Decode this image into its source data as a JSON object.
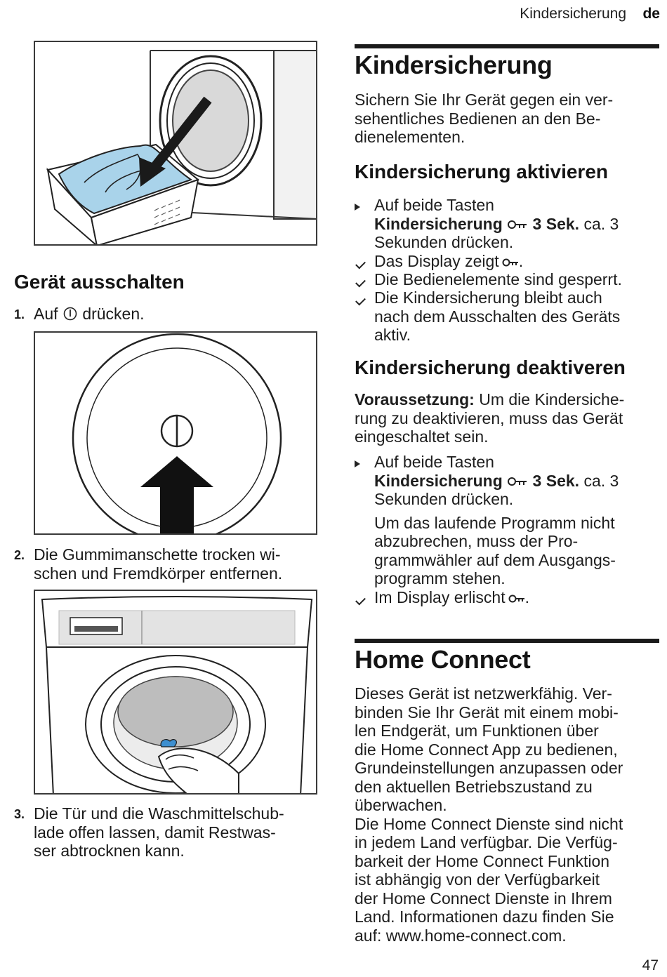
{
  "header": {
    "section": "Kindersicherung",
    "language": "de"
  },
  "left": {
    "heading": "Gerät ausschalten",
    "steps": [
      {
        "number": "1.",
        "pre": "Auf",
        "post": "drücken.",
        "icon": "power-icon"
      },
      {
        "number": "2.",
        "line1": "Die Gummimanschette trocken wi-",
        "line2": "schen und Fremdkörper entfernen."
      },
      {
        "number": "3.",
        "line1": "Die Tür und die Waschmittelschub-",
        "line2": "lade offen lassen, damit Restwas-",
        "line3": "ser abtrocknen kann."
      }
    ]
  },
  "kinder": {
    "title": "Kindersicherung",
    "intro": [
      "Sichern Sie Ihr Gerät gegen ein ver-",
      "sehentliches Bedienen an den Be-",
      "dienelementen."
    ],
    "activate": {
      "heading": "Kindersicherung aktivieren",
      "action_l1": "Auf beide Tasten",
      "action_bold": "Kindersicherung",
      "action_bold2": "3 Sek.",
      "action_tail": "ca. 3",
      "action_l3": "Sekunden drücken.",
      "result1": "Das Display zeigt",
      "result2": "Die Bedienelemente sind gesperrt.",
      "result3_l1": "Die Kindersicherung bleibt auch",
      "result3_l2": "nach dem Ausschalten des Geräts",
      "result3_l3": "aktiv."
    },
    "deactivate": {
      "heading": "Kindersicherung deaktiveren",
      "prereq_label": "Voraussetzung:",
      "prereq_l1": "Um die Kindersiche-",
      "prereq_l2": "rung zu deaktivieren, muss das Gerät",
      "prereq_l3": "eingeschaltet sein.",
      "action_l1": "Auf beide Tasten",
      "action_bold": "Kindersicherung",
      "action_bold2": "3 Sek.",
      "action_tail": "ca. 3",
      "action_l3": "Sekunden drücken.",
      "note_l1": "Um das laufende Programm nicht",
      "note_l2": "abzubrechen, muss der Pro-",
      "note_l3": "grammwähler auf dem Ausgangs-",
      "note_l4": "programm stehen.",
      "result": "Im Display erlischt"
    }
  },
  "homeconnect": {
    "title": "Home Connect",
    "para1": [
      "Dieses Gerät ist netzwerkfähig. Ver-",
      "binden Sie Ihr Gerät mit einem mobi-",
      "len Endgerät, um Funktionen über",
      "die Home Connect App zu bedienen,",
      "Grundeinstellungen anzupassen oder",
      "den aktuellen Betriebszustand zu",
      "überwachen."
    ],
    "para2": [
      "Die Home Connect Dienste sind nicht",
      "in jedem Land verfügbar. Die Verfüg-",
      "barkeit der Home Connect Funktion",
      "ist abhängig von der Verfügbarkeit",
      "der Home Connect Dienste in Ihrem",
      "Land. Informationen dazu finden Sie",
      "auf: www.home-connect.com."
    ]
  },
  "page_number": "47"
}
